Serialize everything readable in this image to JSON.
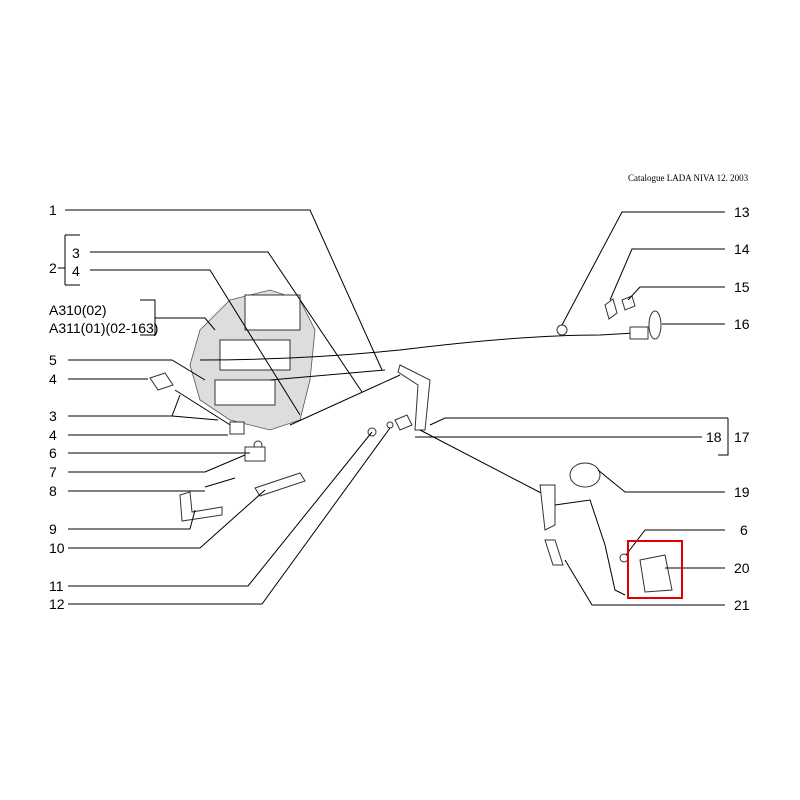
{
  "header": {
    "catalogue": "Catalogue LADA NIVA 12. 2003"
  },
  "labels": {
    "l1": "1",
    "l2": "2",
    "l3a": "3",
    "l4a": "4",
    "a310": "A310(02)",
    "a311": "A311(01)(02-163)",
    "l5": "5",
    "l4b": "4",
    "l3b": "3",
    "l4c": "4",
    "l6a": "6",
    "l7": "7",
    "l8": "8",
    "l9": "9",
    "l10": "10",
    "l11": "11",
    "l12": "12",
    "l13": "13",
    "l14": "14",
    "l15": "15",
    "l16": "16",
    "l17": "17",
    "l18": "18",
    "l19": "19",
    "l6b": "6",
    "l20": "20",
    "l21": "21"
  },
  "highlight": {
    "part": "20",
    "color": "#e00000"
  }
}
